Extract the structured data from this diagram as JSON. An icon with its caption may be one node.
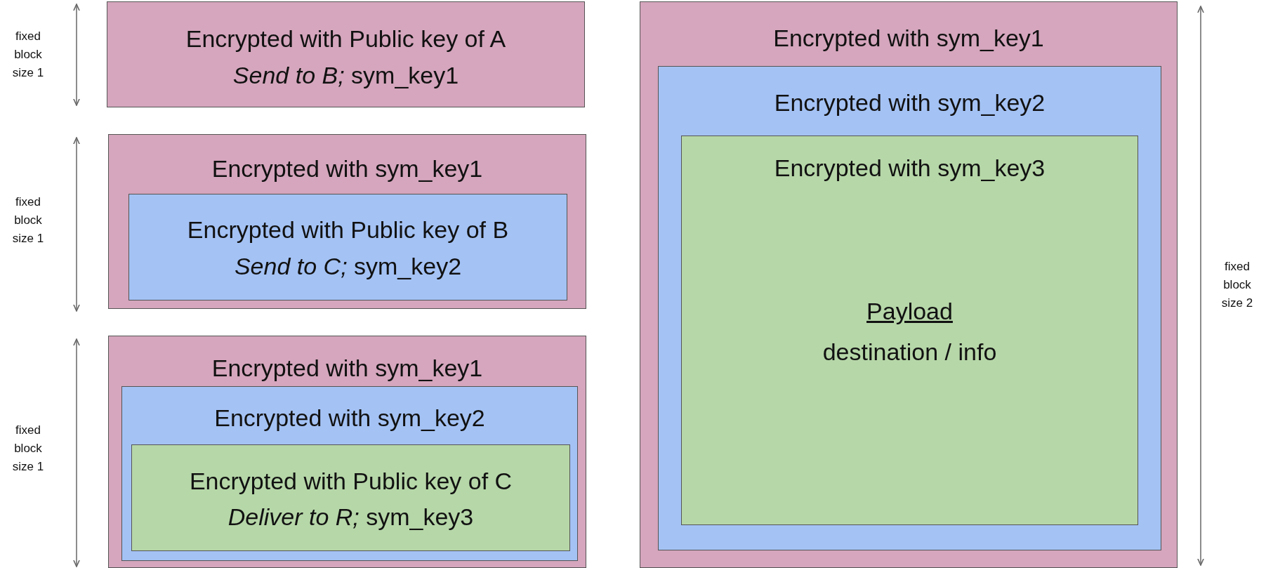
{
  "diagram": {
    "nodes": [
      {
        "text": [
          "Encrypted with Public key of A",
          "*Send to B;* sym_key1"
        ]
      },
      {
        "text": [
          "Encrypted with sym_key1"
        ]
      },
      {
        "text": [
          "Encrypted with Public key of B",
          "*Send to C;* sym_key2"
        ],
        "in": 1
      },
      {
        "text": [
          "Encrypted with sym_key1"
        ]
      },
      {
        "text": [
          "Encrypted with sym_key2"
        ],
        "in": 3
      },
      {
        "text": [
          "Encrypted with Public key of C",
          "*Deliver to R;* sym_key3"
        ],
        "in": 4
      },
      {
        "text": [
          "Encrypted with sym_key1"
        ]
      },
      {
        "text": [
          "Encrypted with sym_key2"
        ],
        "in": 6
      },
      {
        "text": [
          "Encrypted with sym_key3",
          "Payload",
          "destination / info"
        ],
        "in": 7
      }
    ],
    "edges": [],
    "labels": [
      "fixed block size 1",
      "fixed block size 1",
      "fixed block size 1",
      "fixed block size 2"
    ]
  }
}
